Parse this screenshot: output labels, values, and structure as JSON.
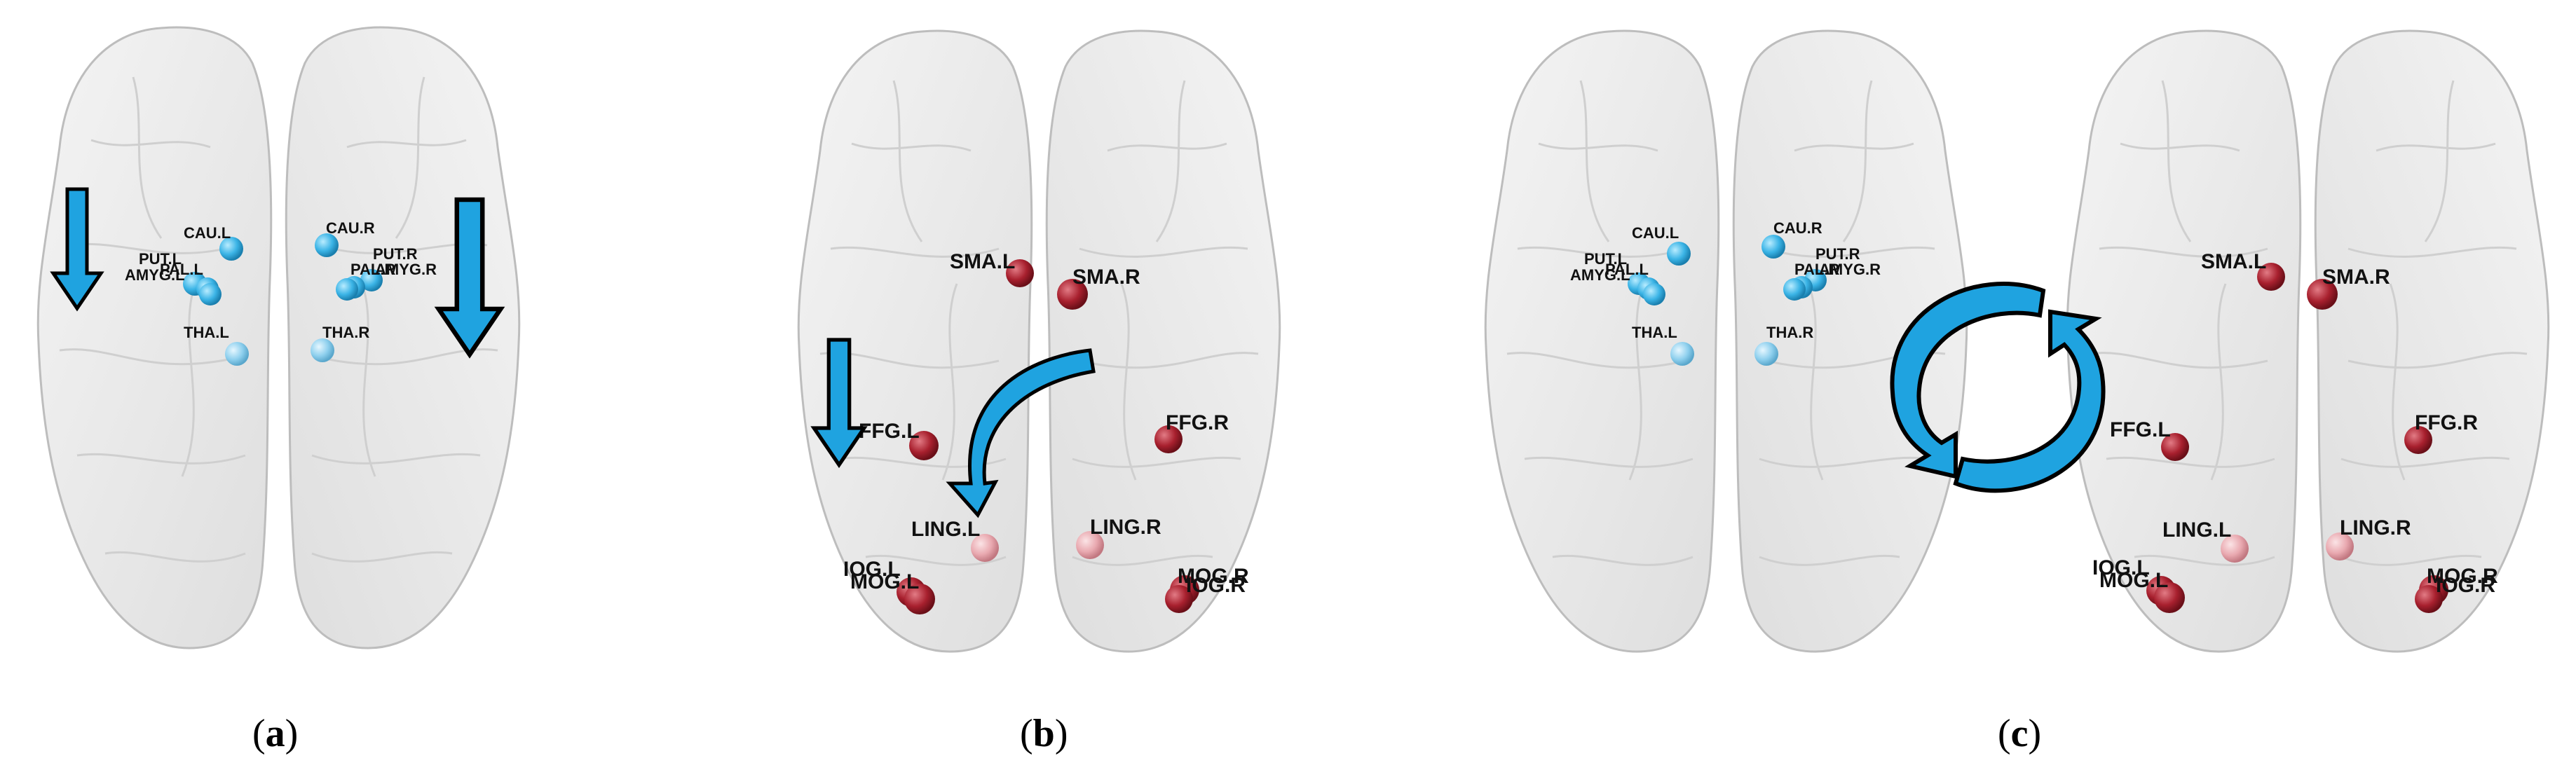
{
  "panels": [
    {
      "caption_letter": "a",
      "labels": [
        "CAU.L",
        "PUT.L",
        "PAL.L",
        "AMYG.L",
        "THA.L",
        "CAU.R",
        "PUT.R",
        "PAL.R",
        "AMYG.R",
        "THA.R"
      ]
    },
    {
      "caption_letter": "b",
      "labels": [
        "SMA.L",
        "SMA.R",
        "FFG.L",
        "FFG.R",
        "LING.L",
        "LING.R",
        "IOG.L",
        "MOG.L",
        "MOG.R",
        "IOG.R"
      ]
    },
    {
      "caption_letter": "c",
      "labels": [
        "CAU.L",
        "PUT.L",
        "PAL.L",
        "AMYG.L",
        "THA.L",
        "CAU.R",
        "PUT.R",
        "PAL.R",
        "AMYG.R",
        "THA.R",
        "SMA.L",
        "SMA.R",
        "FFG.L",
        "FFG.R",
        "LING.L",
        "LING.R",
        "IOG.L",
        "MOG.L",
        "MOG.R",
        "IOG.R"
      ]
    }
  ],
  "colors": {
    "subcortical_node": "#3bb4e6",
    "visual_motor_node": "#a8202e",
    "arrow_fill": "#1fa3e0",
    "arrow_stroke": "#000000",
    "brain_fill": "#e9e9e9",
    "brain_stroke": "#bdbdbd"
  }
}
